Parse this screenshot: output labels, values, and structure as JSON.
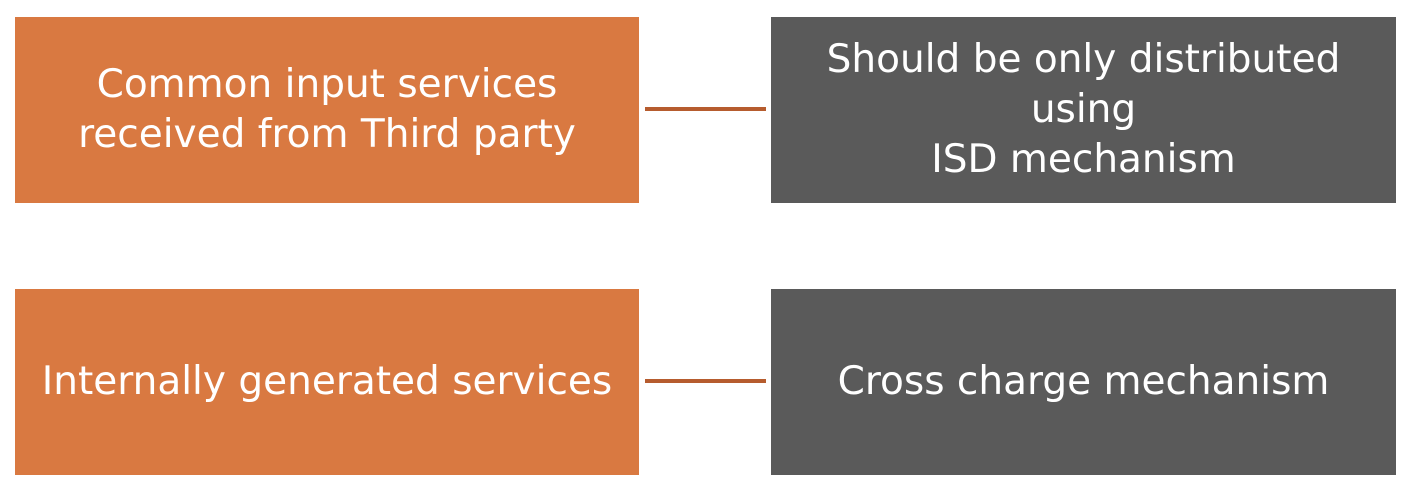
{
  "colors": {
    "source_box": "#d97941",
    "target_box": "#5a5a5a",
    "connector": "#b65c2e",
    "text": "#ffffff"
  },
  "rows": [
    {
      "source": "Common input services\nreceived from Third party",
      "target": "Should be only distributed using\nISD mechanism"
    },
    {
      "source": "Internally generated services",
      "target": "Cross charge mechanism"
    }
  ]
}
